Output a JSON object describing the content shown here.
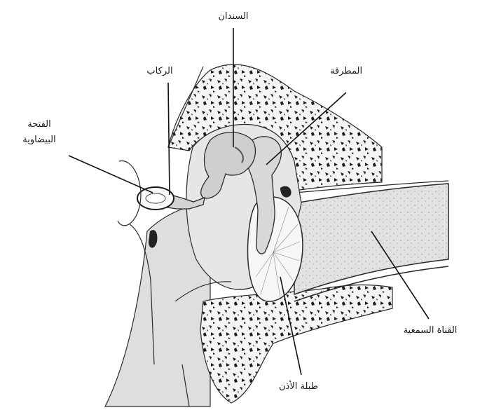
{
  "labels": {
    "incus": "السندان",
    "stapes": "الركاب",
    "malleus": "المطرقة",
    "oval_window_line1": "الفتحة",
    "oval_window_line2": "البيضاوية",
    "ear_canal": "القناة السمعية",
    "eardrum": "طبلة الأذن"
  }
}
